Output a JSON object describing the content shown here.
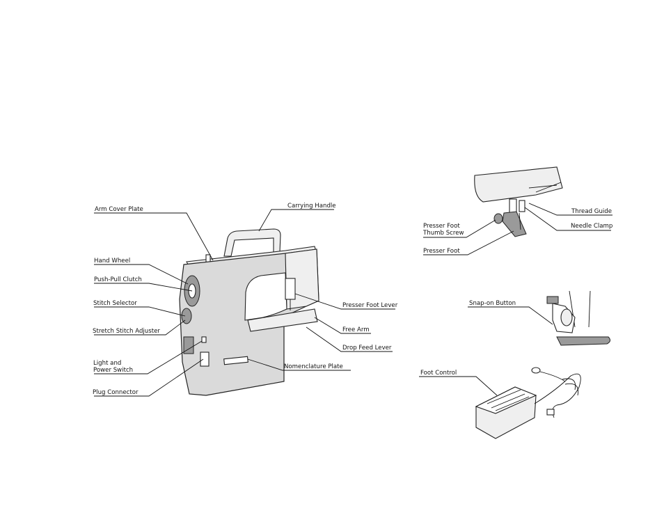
{
  "main_machine": {
    "labels": {
      "arm_cover_plate": "Arm Cover Plate",
      "carrying_handle": "Carrying Handle",
      "hand_wheel": "Hand Wheel",
      "push_pull_clutch": "Push-Pull Clutch",
      "stitch_selector": "Stitch Selector",
      "stretch_stitch_adjuster": "Stretch Stitch Adjuster",
      "light_and_power_switch_line1": "Light and",
      "light_and_power_switch_line2": "Power Switch",
      "plug_connector": "Plug Connector",
      "presser_foot_lever": "Presser Foot Lever",
      "free_arm": "Free Arm",
      "drop_feed_lever": "Drop Feed Lever",
      "nomenclature_plate": "Nomenclature Plate"
    }
  },
  "presser_detail": {
    "labels": {
      "thread_guide": "Thread Guide",
      "needle_clamp": "Needle Clamp",
      "presser_foot_thumb_screw_line1": "Presser Foot",
      "presser_foot_thumb_screw_line2": "Thumb Screw",
      "presser_foot": "Presser Foot"
    }
  },
  "snap_on_detail": {
    "labels": {
      "snap_on_button": "Snap-on Button"
    }
  },
  "foot_control_detail": {
    "labels": {
      "foot_control": "Foot Control"
    }
  }
}
